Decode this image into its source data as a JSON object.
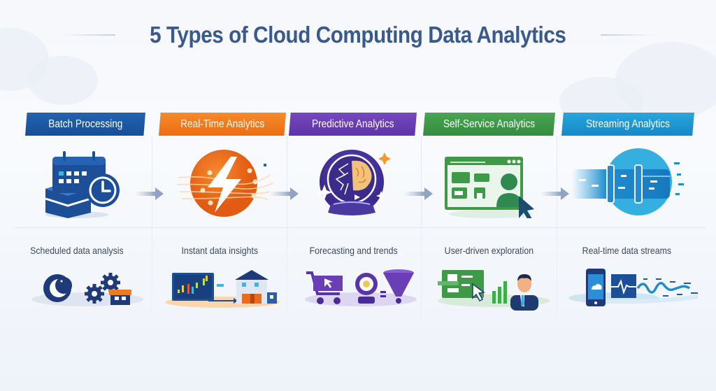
{
  "title": "5 Types of Cloud Computing Data Analytics",
  "columns": [
    {
      "header": "Batch Processing",
      "color": "#1d5aa6",
      "description": "Scheduled data analysis",
      "main_icon": "calendar-clock-database-icon",
      "sub_icons": [
        "moon-icon",
        "gears-icon",
        "store-icon"
      ]
    },
    {
      "header": "Real-Time Analytics",
      "color": "#f07a1e",
      "description": "Instant data insights",
      "main_icon": "lightning-bolt-icon",
      "sub_icons": [
        "bar-chart-monitor-icon",
        "warehouse-icon"
      ]
    },
    {
      "header": "Predictive Analytics",
      "color": "#6a3fb5",
      "description": "Forecasting and trends",
      "main_icon": "crystal-ball-brain-icon",
      "sub_icons": [
        "shopping-cart-icon",
        "webcam-icon",
        "funnel-icon"
      ]
    },
    {
      "header": "Self-Service Analytics",
      "color": "#3f9a47",
      "description": "User-driven exploration",
      "main_icon": "dashboard-user-cursor-icon",
      "sub_icons": [
        "dashboard-cursor-icon",
        "bar-chart-icon",
        "businessman-icon"
      ]
    },
    {
      "header": "Streaming Analytics",
      "color": "#1f9ad6",
      "description": "Real-time data streams",
      "main_icon": "data-pipe-stream-icon",
      "sub_icons": [
        "smartphone-cloud-icon",
        "pulse-monitor-icon",
        "wave-signal-icon"
      ]
    }
  ],
  "connectors": [
    "arrow-right-icon",
    "arrow-right-icon",
    "arrow-right-icon",
    "arrow-right-icon"
  ]
}
